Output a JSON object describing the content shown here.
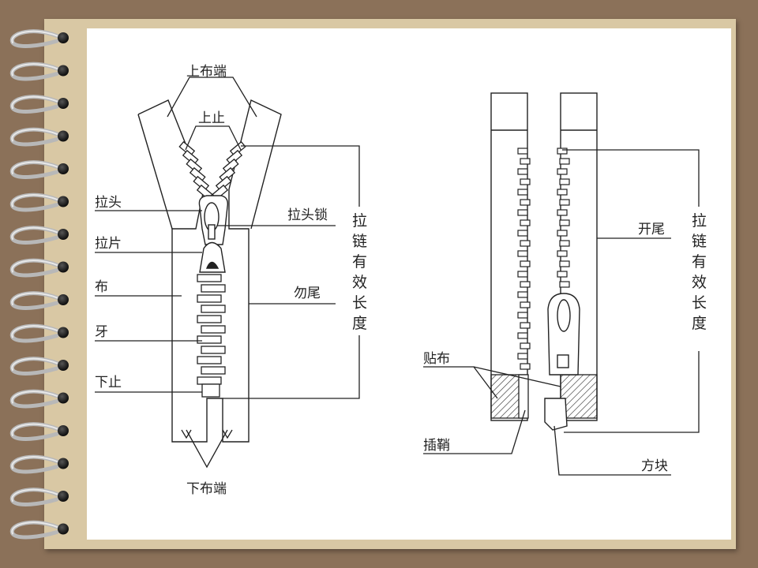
{
  "slide": {
    "background_color": "#8b7159",
    "notebook_color": "#d9c8a4",
    "binding": "spiral-rings-left"
  },
  "left_diagram": {
    "labels": {
      "upper_tape_end": "上布端",
      "top_stop": "上止",
      "slider": "拉头",
      "pull_tab": "拉片",
      "tape": "布",
      "teeth": "牙",
      "bottom_stop": "下止",
      "lower_tape_end": "下布端",
      "slider_lock": "拉头锁",
      "closed_end": "勿尾",
      "effective_length_vertical": "拉链有效长度"
    }
  },
  "right_diagram": {
    "labels": {
      "patch_tape": "贴布",
      "insertion_pin": "插鞘",
      "open_end": "开尾",
      "box": "方块",
      "effective_length_vertical": "拉链有效长度"
    }
  }
}
